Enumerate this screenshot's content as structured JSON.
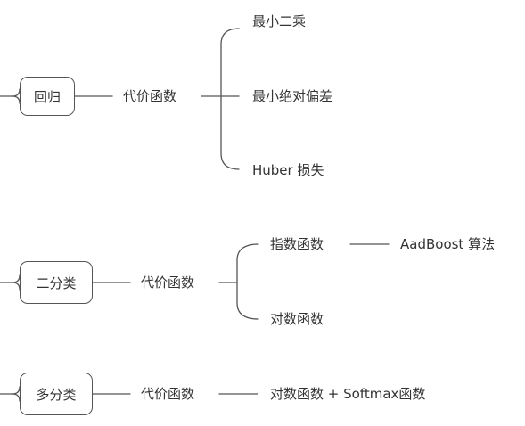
{
  "line_color": "#555555",
  "groups": [
    {
      "root": "回归",
      "function": "代价函数",
      "leaves": [
        "最小二乘",
        "最小绝对偏差",
        "Huber 损失"
      ]
    },
    {
      "root": "二分类",
      "function": "代价函数",
      "leaves": [
        "指数函数",
        "对数函数"
      ],
      "extra": "AadBoost 算法"
    },
    {
      "root": "多分类",
      "function": "代价函数",
      "leaves": [
        "对数函数 + Softmax函数"
      ]
    }
  ]
}
